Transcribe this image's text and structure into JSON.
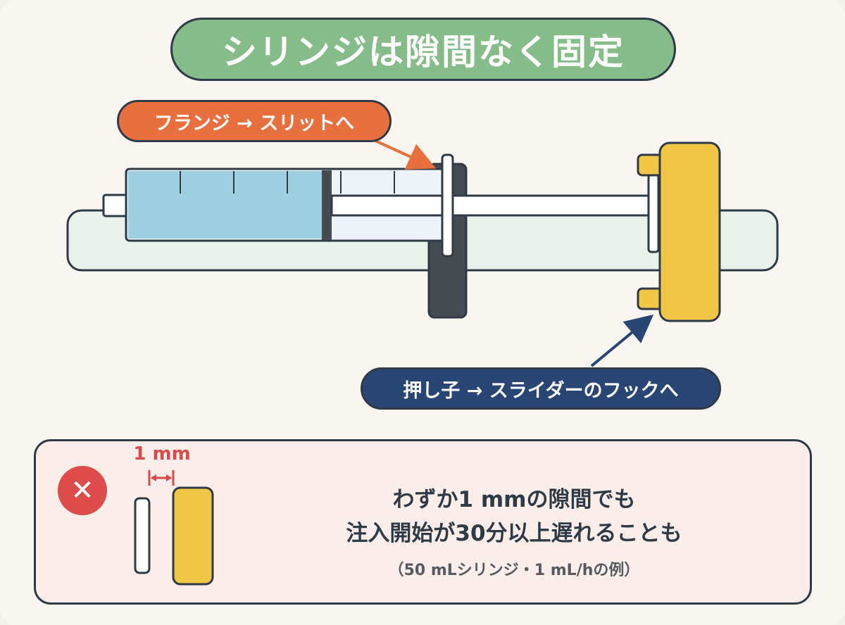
{
  "title": "シリンジは隙間なく固定",
  "labels": {
    "flange": "フランジ → スリットへ",
    "plunger": "押し子 → スライダーのフックへ"
  },
  "warning": {
    "icon": "close-icon",
    "gap_label": "1 mm",
    "line1": "わずか1 mmの隙間でも",
    "line2": "注入開始が30分以上遅れることも",
    "note": "（50 mLシリンジ・1 mL/hの例）"
  },
  "colors": {
    "title_bg": "#86bc8a",
    "flange_label_bg": "#e8703f",
    "plunger_label_bg": "#284574",
    "slider": "#f1c546",
    "syringe_fluid": "#9dcfe1",
    "clamp": "#454b51",
    "warning_icon": "#dd4b4b",
    "warning_bg": "#fbeeea"
  }
}
